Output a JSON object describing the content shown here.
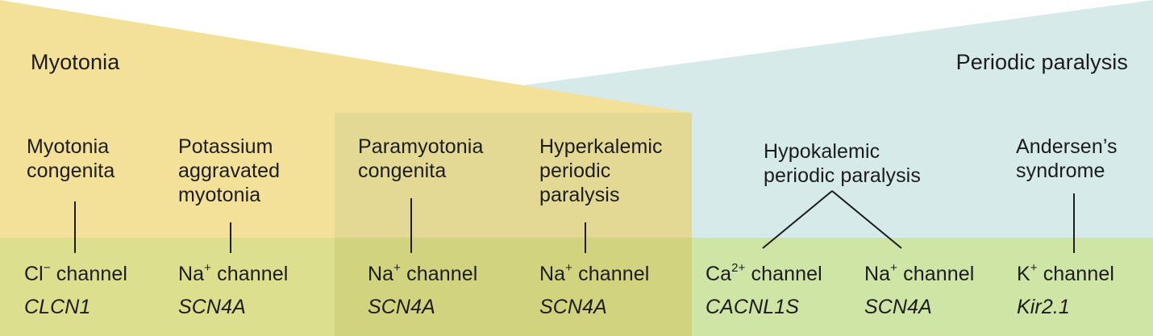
{
  "groups": {
    "left": "Myotonia",
    "right": "Periodic paralysis"
  },
  "diseases": [
    {
      "line1": "Myotonia",
      "line2": "congenita"
    },
    {
      "line1": "Potassium",
      "line2": "aggravated",
      "line3": "myotonia"
    },
    {
      "line1": "Paramyotonia",
      "line2": "congenita"
    },
    {
      "line1": "Hyperkalemic",
      "line2": "periodic",
      "line3": "paralysis"
    },
    {
      "line1": "Hypokalemic",
      "line2": "periodic paralysis"
    },
    {
      "line1": "Andersen’s",
      "line2": "syndrome"
    }
  ],
  "channels": [
    {
      "ion": "Cl",
      "charge": "−",
      "label": "channel",
      "gene": "CLCN1"
    },
    {
      "ion": "Na",
      "charge": "+",
      "label": "channel",
      "gene": "SCN4A"
    },
    {
      "ion": "Na",
      "charge": "+",
      "label": "channel",
      "gene": "SCN4A"
    },
    {
      "ion": "Na",
      "charge": "+",
      "label": "channel",
      "gene": "SCN4A"
    },
    {
      "ion": "Ca",
      "charge": "2+",
      "label": "channel",
      "gene": "CACNL1S"
    },
    {
      "ion": "Na",
      "charge": "+",
      "label": "channel",
      "gene": "SCN4A"
    },
    {
      "ion": "K",
      "charge": "+",
      "label": "channel",
      "gene": "Kir2.1"
    }
  ],
  "colors": {
    "myotonia": "#f3e199",
    "overlap": "#e3d894",
    "paralysis": "#d6eaea",
    "channel_band_left": "#dcdf8e",
    "channel_band_overlap": "#d1d37f",
    "channel_band_right": "#cfe5a6",
    "line": "#1c1c1c"
  }
}
